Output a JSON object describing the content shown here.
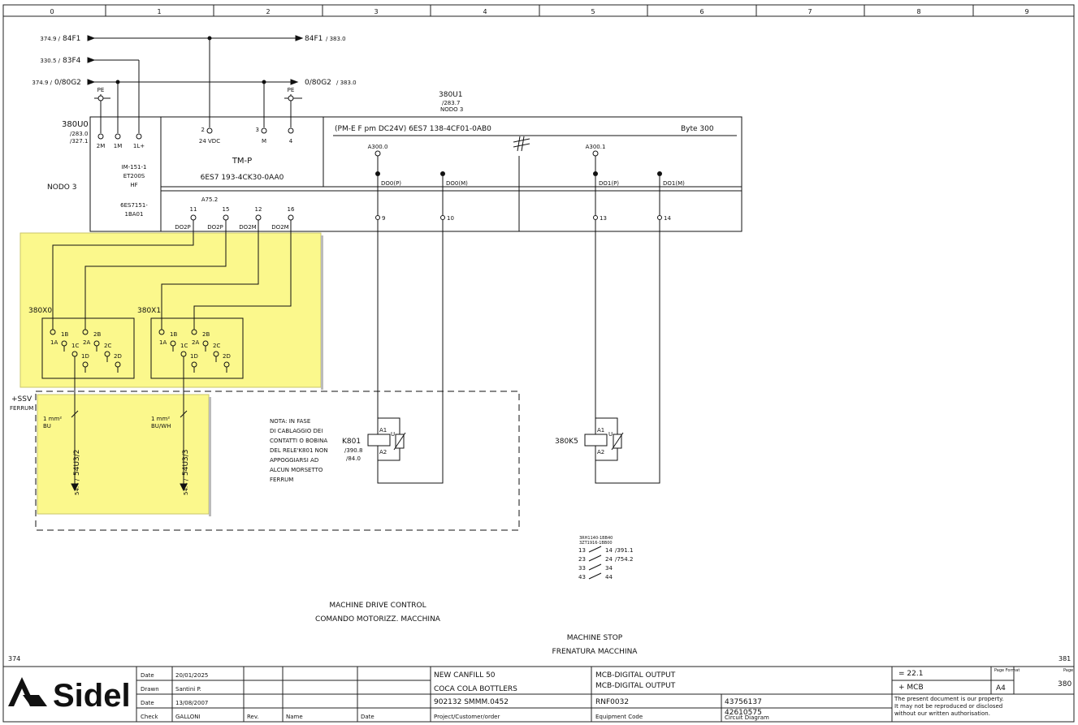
{
  "grid": {
    "columns": [
      "0",
      "1",
      "2",
      "3",
      "4",
      "5",
      "6",
      "7",
      "8",
      "9"
    ]
  },
  "wires": {
    "w84F1_in": "84F1",
    "w84F1_in_ref": "374.9 /",
    "w83F4_in": "83F4",
    "w83F4_in_ref": "330.5 /",
    "w0G2_in": "0/80G2",
    "w0G2_in_ref": "374.9 /",
    "w84F1_out": "84F1",
    "w84F1_out_ref": "/ 383.0",
    "w0G2_out": "0/80G2",
    "w0G2_out_ref": "/ 383.0",
    "pe": "PE"
  },
  "u0": {
    "id": "380U0",
    "ref1": "/283.0",
    "ref2": "/327.1",
    "terminals": [
      "2M",
      "1M",
      "1L+"
    ],
    "model1": "IM-151-1",
    "model2": "ET200S",
    "model3": "HF",
    "code1": "6ES7151-",
    "code2": "1BA01",
    "node": "NODO 3"
  },
  "tmp": {
    "title": "TM-P",
    "code": "6ES7 193-4CK30-0AA0",
    "t_num": [
      "2",
      "3",
      "4"
    ],
    "t_lbl": [
      "24 VDC",
      "M"
    ],
    "a_label": "A75.2",
    "bottom_nums": [
      "11",
      "15",
      "12",
      "16"
    ],
    "bottom_lbls": [
      "DO2P",
      "DO2P",
      "DO2M",
      "DO2M"
    ]
  },
  "u1": {
    "id": "380U1",
    "ref": "/283.7",
    "node": "NODO 3",
    "header": "(PM-E F pm DC24V) 6ES7 138-4CF01-0AB0",
    "byte": "Byte 300",
    "addr1": "A300.0",
    "addr2": "A300.1",
    "out_lbls": [
      "DO0(P)",
      "DO0(M)",
      "DO1(P)",
      "DO1(M)"
    ],
    "out_nums": [
      "9",
      "10",
      "13",
      "14"
    ]
  },
  "connectors": {
    "x0": "380X0",
    "x1": "380X1",
    "pins_top": [
      "1B",
      "2B"
    ],
    "pins": [
      "1A",
      "1C",
      "2A",
      "2C",
      "1D",
      "2D"
    ]
  },
  "ssv": {
    "title": "+SSV",
    "sub": "FERRUM",
    "cable1": "1 mm²",
    "color1": "BU",
    "cable2": "1 mm²",
    "color2": "BU/WH",
    "dest1": "54U3/2",
    "dest1_ref": "54.4 /",
    "dest2": "54U3/3",
    "dest2_ref": "54.4 /"
  },
  "note": [
    "NOTA: IN FASE",
    "DI CABLAGGIO DEI",
    "CONTATTI O BOBINA",
    "DEL RELE'K801 NON",
    "APPOGGIARSI AD",
    "ALCUN MORSETTO",
    "FERRUM"
  ],
  "k801": {
    "id": "K801",
    "ref1": "/390.8",
    "ref2": "/84.0",
    "a1": "A1",
    "a2": "A2",
    "u": "U"
  },
  "k5": {
    "id": "380K5",
    "a1": "A1",
    "a2": "A2",
    "u": "U"
  },
  "contacts": {
    "model1": "3RH1140-1BB40",
    "model2": "3ZT1916-1BB00",
    "rows": [
      {
        "a": "13",
        "b": "14",
        "ref": "/391.1"
      },
      {
        "a": "23",
        "b": "24",
        "ref": "/754.2"
      },
      {
        "a": "33",
        "b": "34",
        "ref": ""
      },
      {
        "a": "43",
        "b": "44",
        "ref": ""
      }
    ]
  },
  "captions": {
    "drive1": "MACHINE DRIVE CONTROL",
    "drive2": "COMANDO MOTORIZZ. MACCHINA",
    "stop1": "MACHINE STOP",
    "stop2": "FRENATURA MACCHINA"
  },
  "pages": {
    "prev": "374",
    "next": "381"
  },
  "titleblock": {
    "logo": "Sidel",
    "r1": {
      "label": "Date",
      "value": "20/01/2025"
    },
    "r2": {
      "label": "Drawn",
      "value": "Santini P."
    },
    "r3": {
      "label": "Date",
      "value": "13/08/2007"
    },
    "r4": {
      "label": "Check",
      "value": "GALLONI"
    },
    "rev": "Rev.",
    "name": "Name",
    "date": "Date",
    "project1": "NEW CANFILL 50",
    "project2": "COCA COLA BOTTLERS",
    "project3": "902132 SMMM.0452",
    "project_label": "Project/Customer/order",
    "desc1": "MCB-DIGITAL OUTPUT",
    "desc2": "MCB-DIGITAL OUTPUT",
    "equip": "RNF0032",
    "equip_label": "Equipment Code",
    "num1": "43756137",
    "num2": "42610575",
    "circuit_label": "Circuit Diagram",
    "eq_val": "= 22.1",
    "plus_val": "+ MCB",
    "format_label": "Page Format",
    "format": "A4",
    "page_label": "Page",
    "page": "380",
    "disclaimer": [
      "The present document is our property.",
      "It may not be reproduced or disclosed",
      "without our written authorisation."
    ]
  }
}
